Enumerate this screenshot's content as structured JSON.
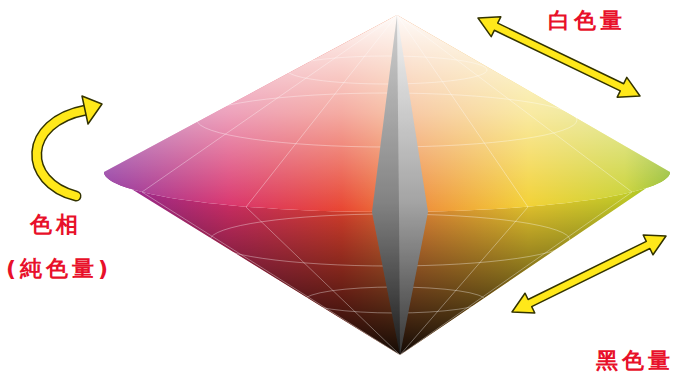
{
  "diagram": {
    "labels": [
      "白色量",
      "色相",
      "(純色量)",
      "黑色量"
    ]
  }
}
